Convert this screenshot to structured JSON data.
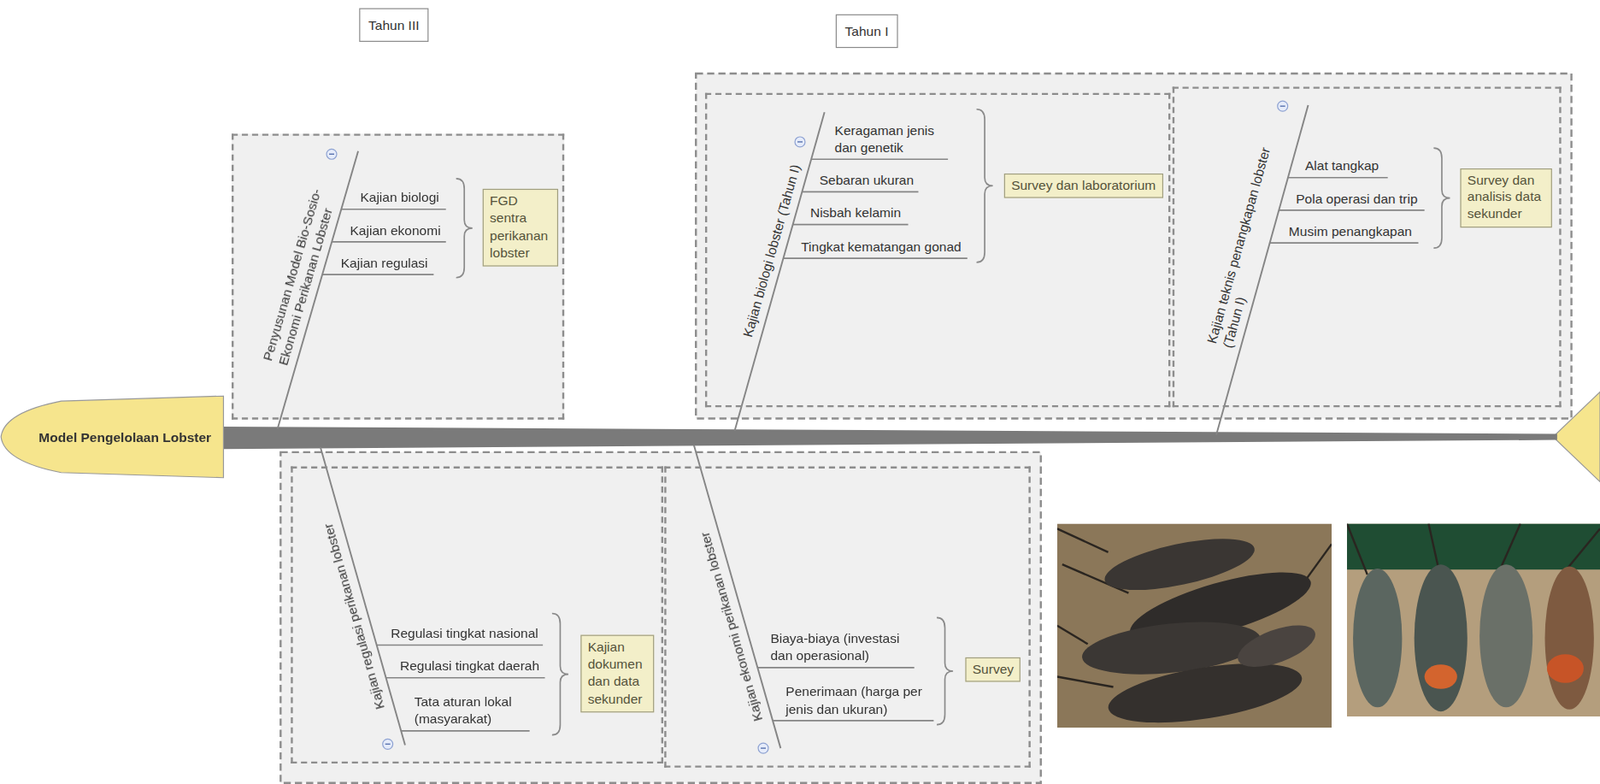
{
  "diagram": {
    "nodes": [
      {
        "text": [
          "Tahun III"
        ]
      },
      {
        "text": [
          "Tahun I"
        ]
      },
      {
        "text": [
          "Penyusunan Model Bio-Sosio-Ekonomi Perikanan Lobster"
        ]
      },
      {
        "text": [
          "FGD sentra perikanan lobster"
        ],
        "in": 2
      },
      {
        "text": [
          "Kajian biologi lobster (Tahun I)"
        ]
      },
      {
        "text": [
          "Survey dan laboratorium"
        ],
        "in": 4
      },
      {
        "text": [
          "Kajian teknis penangkapan lobster (Tahun I)"
        ]
      },
      {
        "text": [
          "Survey dan analisis data sekunder"
        ],
        "in": 6
      },
      {
        "text": [
          "Model Pengelolaan Lobster"
        ]
      },
      {
        "text": [
          "Kajian regulasi perikanan lobster"
        ]
      },
      {
        "text": [
          "Kajian dokumen dan data sekunder"
        ],
        "in": 9
      },
      {
        "text": [
          "Kajian ekonomi perikanan lobster"
        ]
      },
      {
        "text": [
          "Survey"
        ],
        "in": 11
      }
    ],
    "labels": [
      "Kajian biologi",
      "Kajian ekonomi",
      "Kajian regulasi",
      "Keragaman jenis dan genetik",
      "Sebaran ukuran",
      "Nisbah kelamin",
      "Tingkat kematangan gonad",
      "Alat tangkap",
      "Pola operasi dan trip",
      "Musim penangkapan",
      "Regulasi tingkat nasional",
      "Regulasi tingkat daerah",
      "Tata aturan lokal (masyarakat)",
      "Biaya-biaya (investasi dan operasional)",
      "Penerimaan (harga per jenis dan ukuran)"
    ]
  }
}
